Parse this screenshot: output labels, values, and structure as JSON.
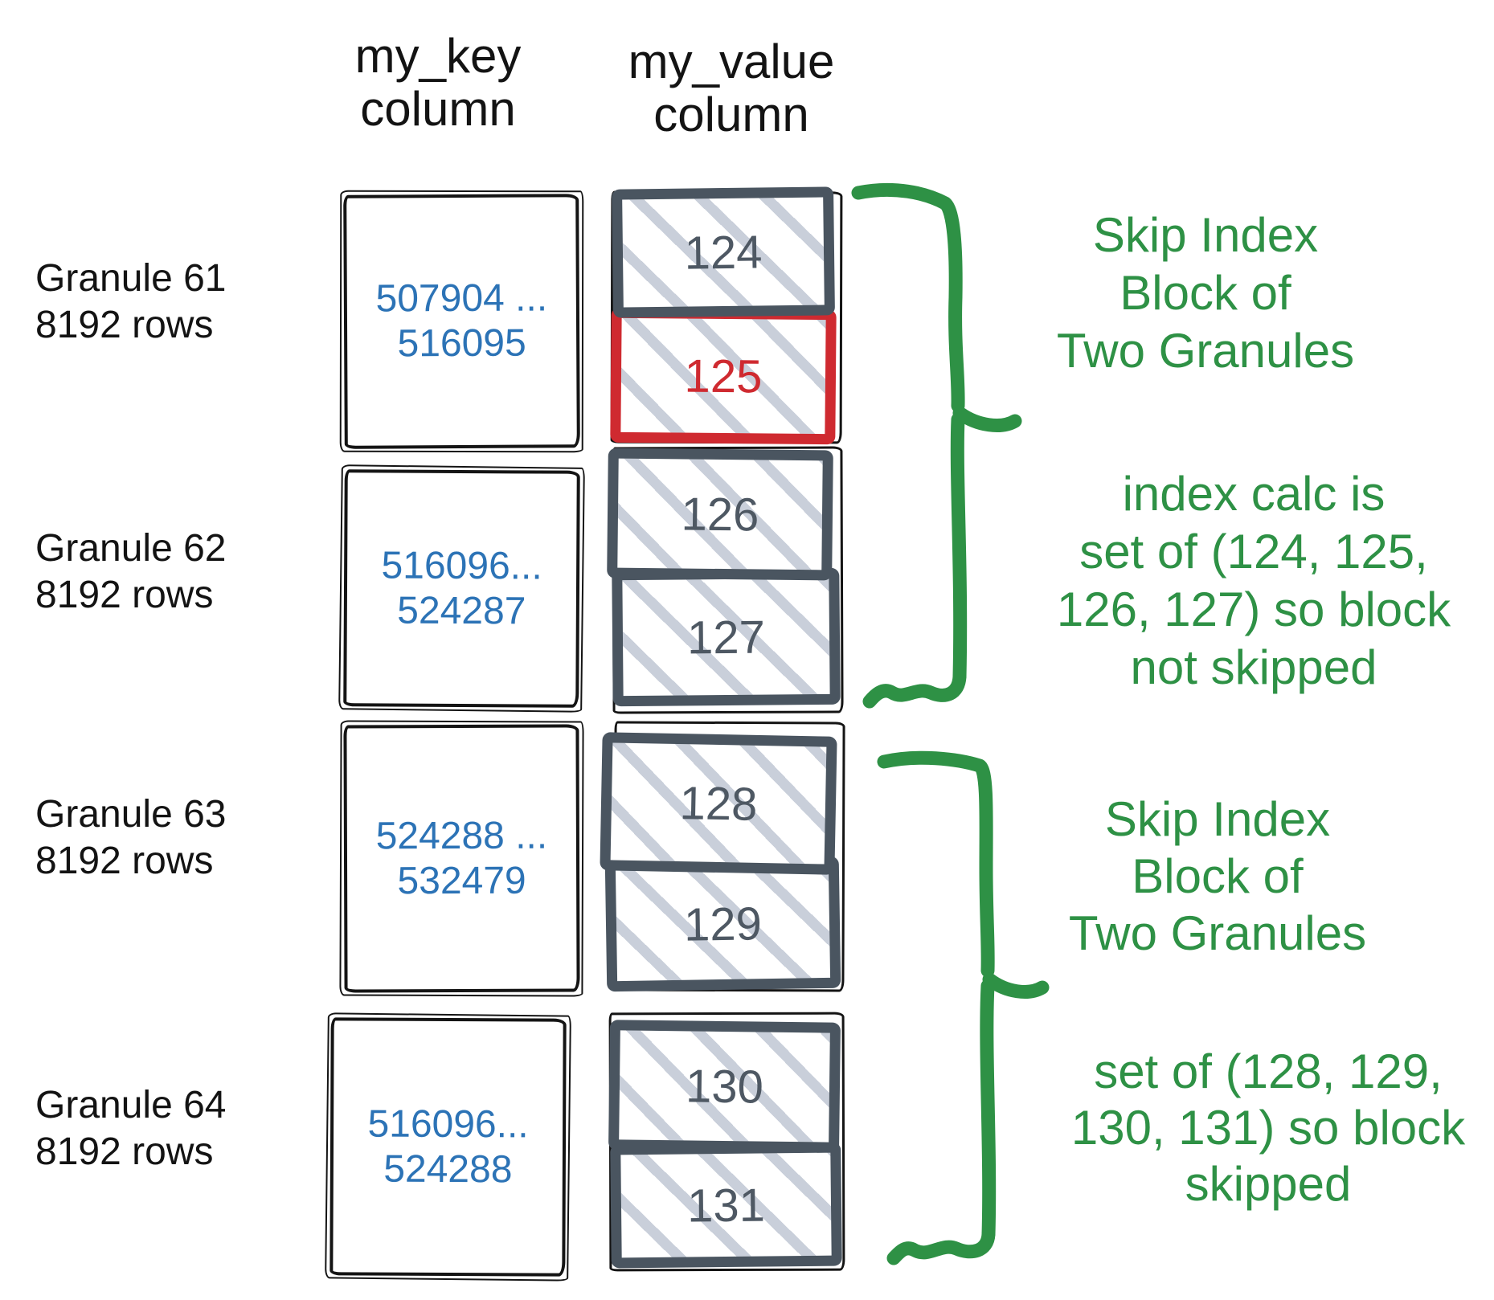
{
  "headers": {
    "key": {
      "line1": "my_key",
      "line2": "column"
    },
    "value": {
      "line1": "my_value",
      "line2": "column"
    }
  },
  "granules": [
    {
      "label": {
        "line1": "Granule 61",
        "line2": "8192 rows"
      },
      "key_range": {
        "line1": "507904 ...",
        "line2": "516095"
      },
      "blocks": [
        {
          "num": "124",
          "highlighted": false
        },
        {
          "num": "125",
          "highlighted": true
        }
      ]
    },
    {
      "label": {
        "line1": "Granule 62",
        "line2": "8192 rows"
      },
      "key_range": {
        "line1": "516096...",
        "line2": "524287"
      },
      "blocks": [
        {
          "num": "126",
          "highlighted": false
        },
        {
          "num": "127",
          "highlighted": false
        }
      ]
    },
    {
      "label": {
        "line1": "Granule 63",
        "line2": "8192 rows"
      },
      "key_range": {
        "line1": "524288 ...",
        "line2": "532479"
      },
      "blocks": [
        {
          "num": "128",
          "highlighted": false
        },
        {
          "num": "129",
          "highlighted": false
        }
      ]
    },
    {
      "label": {
        "line1": "Granule 64",
        "line2": "8192 rows"
      },
      "key_range": {
        "line1": "516096...",
        "line2": "524288"
      },
      "blocks": [
        {
          "num": "130",
          "highlighted": false
        },
        {
          "num": "131",
          "highlighted": false
        }
      ]
    }
  ],
  "annotations": [
    {
      "lines": [
        "Skip Index",
        "Block of",
        "Two Granules"
      ]
    },
    {
      "lines": [
        "index calc is",
        "set of (124, 125,",
        "126, 127) so block",
        "not skipped"
      ]
    },
    {
      "lines": [
        "Skip Index",
        "Block of",
        "Two Granules"
      ]
    },
    {
      "lines": [
        "set of (128, 129,",
        "130, 131) so block",
        "skipped"
      ]
    }
  ],
  "colors": {
    "annotation_green": "#2e9145",
    "highlight_red": "#cf2a30",
    "block_slate": "#4a5560",
    "key_blue": "#2c73b6",
    "hatch_gray": "#c9cfda",
    "sketch_black": "#141414"
  }
}
